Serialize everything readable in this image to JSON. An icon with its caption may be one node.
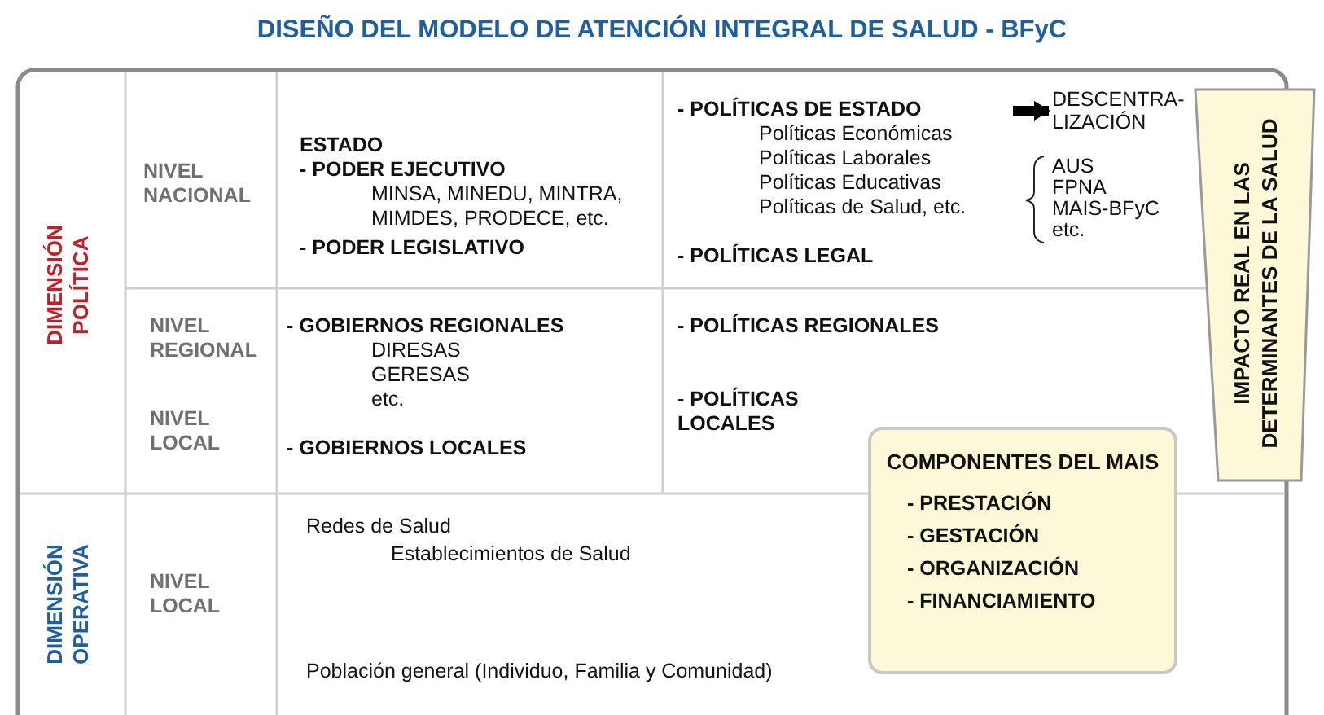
{
  "diagram": {
    "title": "DISEÑO DEL MODELO DE ATENCIÓN INTEGRAL DE SALUD - BFyC",
    "nodes": [
      {
        "text": [
          "COMPONENTES DEL MAIS",
          "- PRESTACIÓN",
          "- GESTACIÓN",
          "- ORGANIZACIÓN",
          "- FINANCIAMIENTO"
        ]
      },
      {
        "text": [
          "IMPACTO REAL EN LAS DETERMINANTES DE LA SALUD"
        ]
      },
      {
        "text": [
          "DESCENTRA- LIZACIÓN"
        ]
      }
    ],
    "edges": [
      {
        "from": null,
        "to": 2,
        "arrow": "to"
      }
    ],
    "labels": [
      "DIMENSIÓN POLÍTICA",
      "NIVEL NACIONAL",
      "ESTADO",
      "- PODER EJECUTIVO",
      "MINSA, MINEDU, MINTRA, MIMDES, PRODECE, etc.",
      "- PODER LEGISLATIVO",
      "- POLÍTICAS DE ESTADO",
      "Políticas Económicas",
      "Políticas Laborales",
      "Políticas Educativas",
      "Políticas de Salud, etc.",
      "AUS",
      "FPNA",
      "MAIS-BFyC",
      "etc.",
      "- POLÍTICAS LEGAL",
      "NIVEL REGIONAL",
      "- GOBIERNOS REGIONALES",
      "DIRESAS",
      "GERESAS",
      "etc.",
      "- POLÍTICAS REGIONALES",
      "NIVEL LOCAL",
      "- POLÍTICAS LOCALES",
      "- GOBIERNOS LOCALES",
      "DIMENSIÓN OPERATIVA",
      "NIVEL LOCAL",
      "Redes de Salud",
      "Establecimientos de Salud",
      "Población general (Individuo, Familia y Comunidad)"
    ]
  }
}
